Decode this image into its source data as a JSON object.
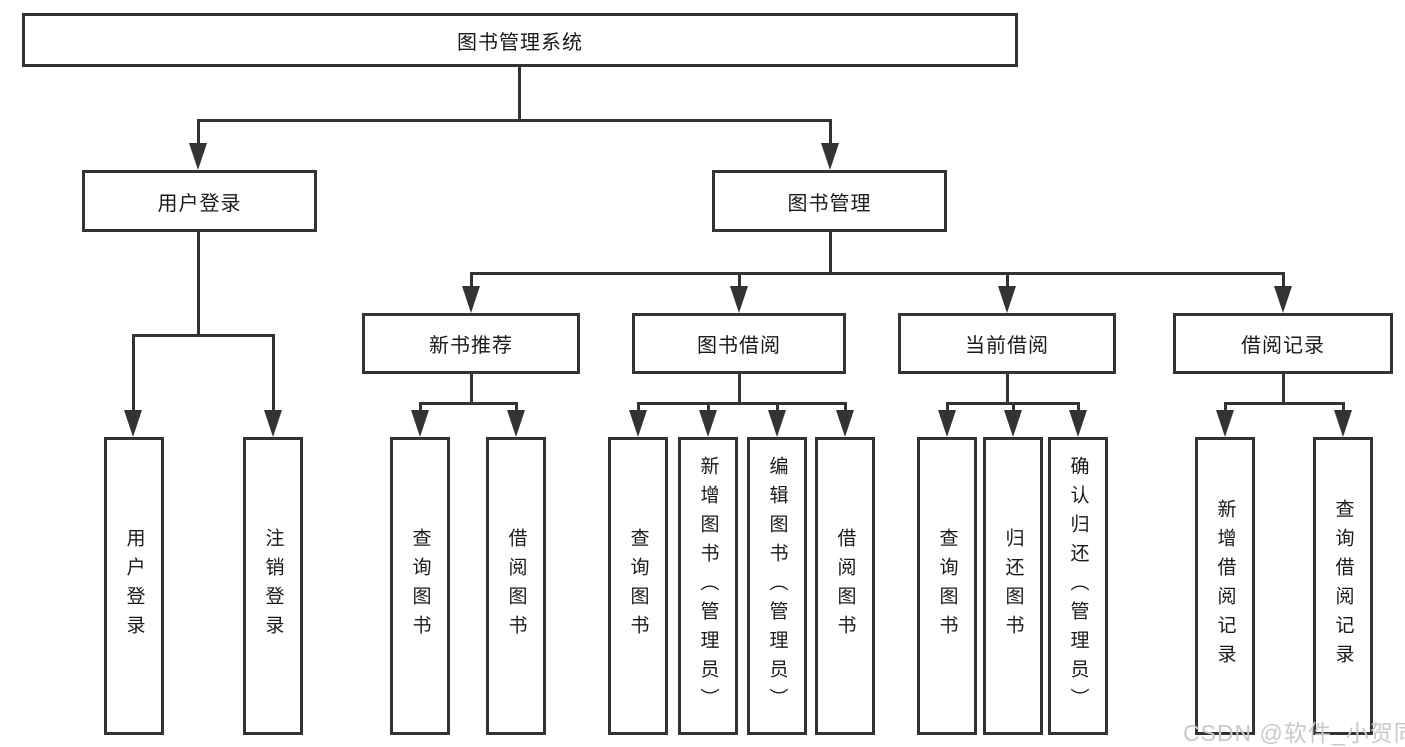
{
  "diagram": {
    "title": "图书管理系统",
    "root": {
      "label": "图书管理系统"
    },
    "level2": [
      {
        "label": "用户登录"
      },
      {
        "label": "图书管理"
      }
    ],
    "level3": [
      {
        "label": "新书推荐"
      },
      {
        "label": "图书借阅"
      },
      {
        "label": "当前借阅"
      },
      {
        "label": "借阅记录"
      }
    ],
    "leaves": {
      "user_login": [
        {
          "label": "用户登录"
        },
        {
          "label": "注销登录"
        }
      ],
      "new_book": [
        {
          "label": "查询图书"
        },
        {
          "label": "借阅图书"
        }
      ],
      "book_borrow": [
        {
          "label": "查询图书"
        },
        {
          "label": "新增图书（管理员）"
        },
        {
          "label": "编辑图书（管理员）"
        },
        {
          "label": "借阅图书"
        }
      ],
      "current_borrow": [
        {
          "label": "查询图书"
        },
        {
          "label": "归还图书"
        },
        {
          "label": "确认归还（管理员）"
        }
      ],
      "borrow_record": [
        {
          "label": "新增借阅记录"
        },
        {
          "label": "查询借阅记录"
        }
      ]
    }
  },
  "watermark": {
    "text": "CSDN @软件_小贺同学",
    "color": "#c9c9c9"
  },
  "colors": {
    "line": "#333333",
    "box_border": "#333333",
    "box_bg": "#ffffff",
    "text": "#1a1a1a"
  }
}
